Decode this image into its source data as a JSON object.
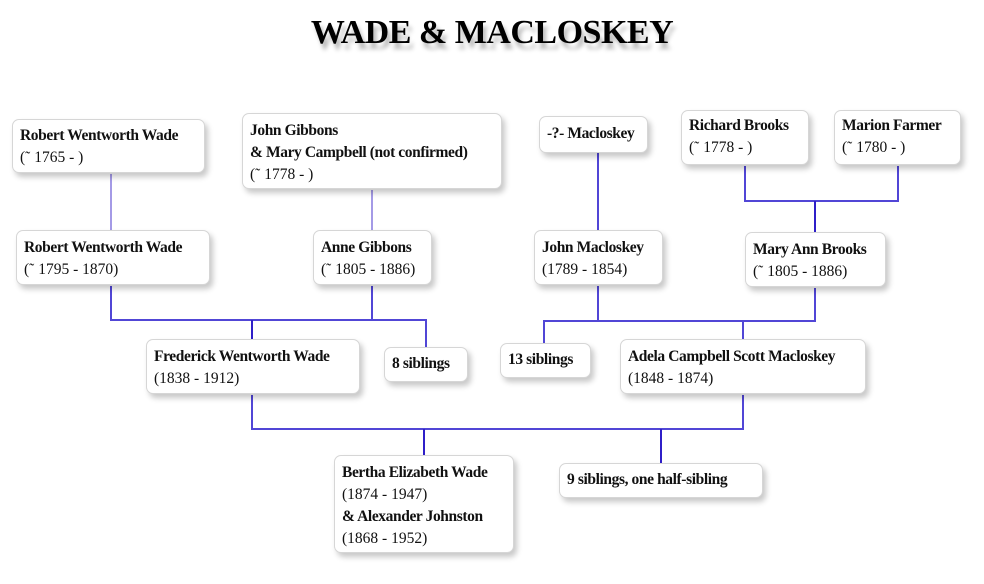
{
  "title": "WADE & MACLOSKEY",
  "line_colors": {
    "primary": "#5146d6",
    "dark": "#2f1fc8",
    "light": "#a49ae6"
  },
  "people": {
    "robert_sr": {
      "name": "Robert Wentworth Wade",
      "dates": "(˜ 1765 - )"
    },
    "gibbons": {
      "name": "John Gibbons",
      "name2": "& Mary Campbell (not confirmed)",
      "dates": "(˜ 1778 - )"
    },
    "macloskey_sr": {
      "name": "-?- Macloskey"
    },
    "richard_brooks": {
      "name": "Richard Brooks",
      "dates": "(˜ 1778 - )"
    },
    "marion_farmer": {
      "name": "Marion Farmer",
      "dates": "(˜ 1780 - )"
    },
    "robert_jr": {
      "name": "Robert Wentworth Wade",
      "dates": "(˜ 1795 - 1870)"
    },
    "anne_gibbons": {
      "name": "Anne Gibbons",
      "dates": "(˜ 1805 - 1886)"
    },
    "john_macloskey": {
      "name": "John Macloskey",
      "dates": "(1789 - 1854)"
    },
    "mary_ann_brooks": {
      "name": "Mary Ann Brooks",
      "dates": "(˜ 1805 - 1886)"
    },
    "frederick": {
      "name": "Frederick Wentworth Wade",
      "dates": "(1838 - 1912)"
    },
    "wade_siblings": {
      "name": "8 siblings"
    },
    "macloskey_siblings": {
      "name": "13 siblings"
    },
    "adela": {
      "name": "Adela Campbell Scott Macloskey",
      "dates": "(1848 - 1874)"
    },
    "bertha": {
      "name": "Bertha Elizabeth Wade",
      "dates": "(1874 - 1947)",
      "spouse": "& Alexander  Johnston",
      "spouse_dates": "(1868 - 1952)"
    },
    "bertha_siblings": {
      "name": "9 siblings, one half-sibling"
    }
  }
}
